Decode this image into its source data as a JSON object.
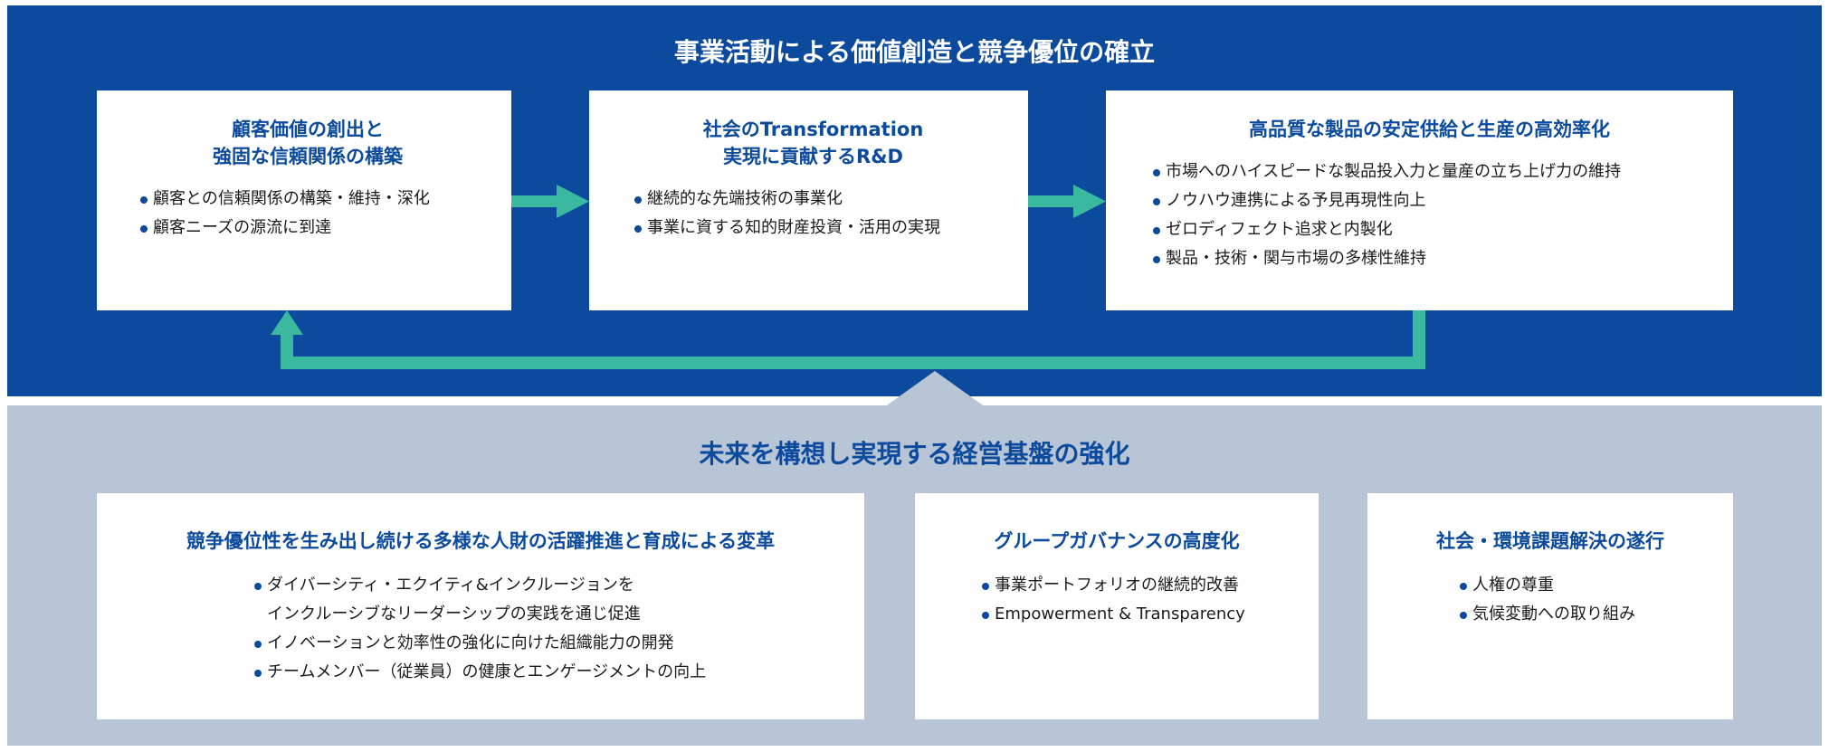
{
  "top": {
    "title": "事業活動による価値創造と競争優位の確立",
    "boxes": [
      {
        "title": "顧客価値の創出と\n強固な信頼関係の構築",
        "items": [
          "顧客との信頼関係の構築・維持・深化",
          "顧客ニーズの源流に到達"
        ]
      },
      {
        "title": "社会のTransformation\n実現に貢献するR&D",
        "items": [
          "継続的な先端技術の事業化",
          "事業に資する知的財産投資・活用の実現"
        ]
      },
      {
        "title": "高品質な製品の安定供給と生産の高効率化",
        "items": [
          "市場へのハイスピードな製品投入力と量産の立ち上げ力の維持",
          "ノウハウ連携による予見再現性向上",
          "ゼロディフェクト追求と内製化",
          "製品・技術・関与市場の多様性維持"
        ]
      }
    ]
  },
  "bottom": {
    "title": "未来を構想し実現する経営基盤の強化",
    "boxes": [
      {
        "title": "競争優位性を生み出し続ける多様な人財の活躍推進と育成による変革",
        "items": [
          "ダイバーシティ・エクイティ&インクルージョンを\nインクルーシブなリーダーシップの実践を通じ促進",
          "イノベーションと効率性の強化に向けた組織能力の開発",
          "チームメンバー（従業員）の健康とエンゲージメントの向上"
        ]
      },
      {
        "title": "グループガバナンスの高度化",
        "items": [
          "事業ポートフォリオの継続的改善",
          "Empowerment & Transparency"
        ]
      },
      {
        "title": "社会・環境課題解決の遂行",
        "items": [
          "人権の尊重",
          "気候変動への取り組み"
        ]
      }
    ]
  },
  "colors": {
    "primary": "#0b4a9c",
    "arrow": "#3bb8a0",
    "foundation": "#b8c5d6"
  }
}
